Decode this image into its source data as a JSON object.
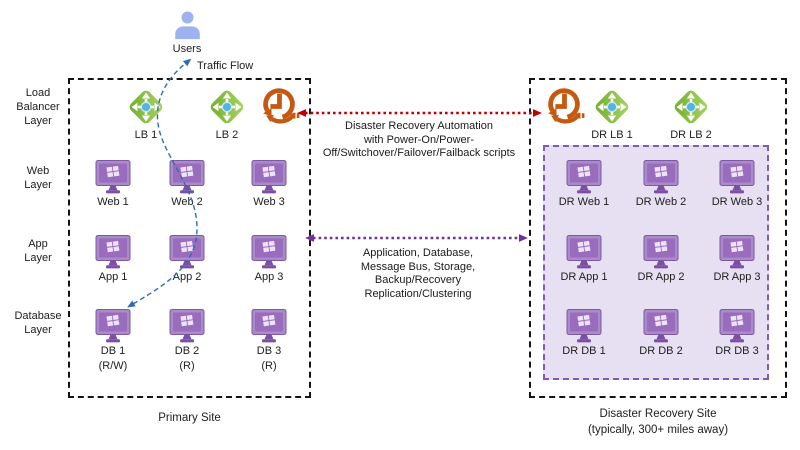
{
  "users": {
    "label": "Users"
  },
  "labels": {
    "traffic_flow": "Traffic Flow"
  },
  "layers": [
    "Load\nBalancer\nLayer",
    "Web\nLayer",
    "App\nLayer",
    "Database\nLayer"
  ],
  "primary": {
    "title": "Primary Site",
    "lb": [
      "LB 1",
      "LB 2"
    ],
    "web": [
      "Web 1",
      "Web 2",
      "Web 3"
    ],
    "app": [
      "App 1",
      "App 2",
      "App 3"
    ],
    "db": [
      "DB 1\n(R/W)",
      "DB 2\n(R)",
      "DB 3\n(R)"
    ]
  },
  "dr": {
    "title": "Disaster Recovery Site\n(typically, 300+ miles away)",
    "lb": [
      "DR LB 1",
      "DR LB 2"
    ],
    "web": [
      "DR Web 1",
      "DR Web 2",
      "DR Web 3"
    ],
    "app": [
      "DR App 1",
      "DR App 2",
      "DR App 3"
    ],
    "db": [
      "DR DB 1",
      "DR DB 2",
      "DR DB 3"
    ]
  },
  "connections": {
    "automation": [
      "Disaster Recovery Automation",
      "with Power-On/Power-",
      "Off/Switchover/Failover/Failback scripts"
    ],
    "replication": [
      "Application, Database,",
      "Message Bus, Storage,",
      "Backup/Recovery",
      "Replication/Clustering"
    ]
  },
  "icons": {
    "users": "user-icon",
    "load_balancer": "load-balancer-icon",
    "server": "virtual-machine-icon",
    "recovery": "site-recovery-icon"
  },
  "colors": {
    "automation_arrow": "#C00000",
    "replication_arrow": "#7030A0",
    "traffic_arrow": "#2E6DB4",
    "load_balancer_green": "#76B041",
    "recovery_orange": "#C45911",
    "server_purple": "#9A6CBD",
    "user_blue": "#9DB3F0",
    "dr_zone_fill": "#E7E0F2",
    "site_border": "#141414"
  }
}
